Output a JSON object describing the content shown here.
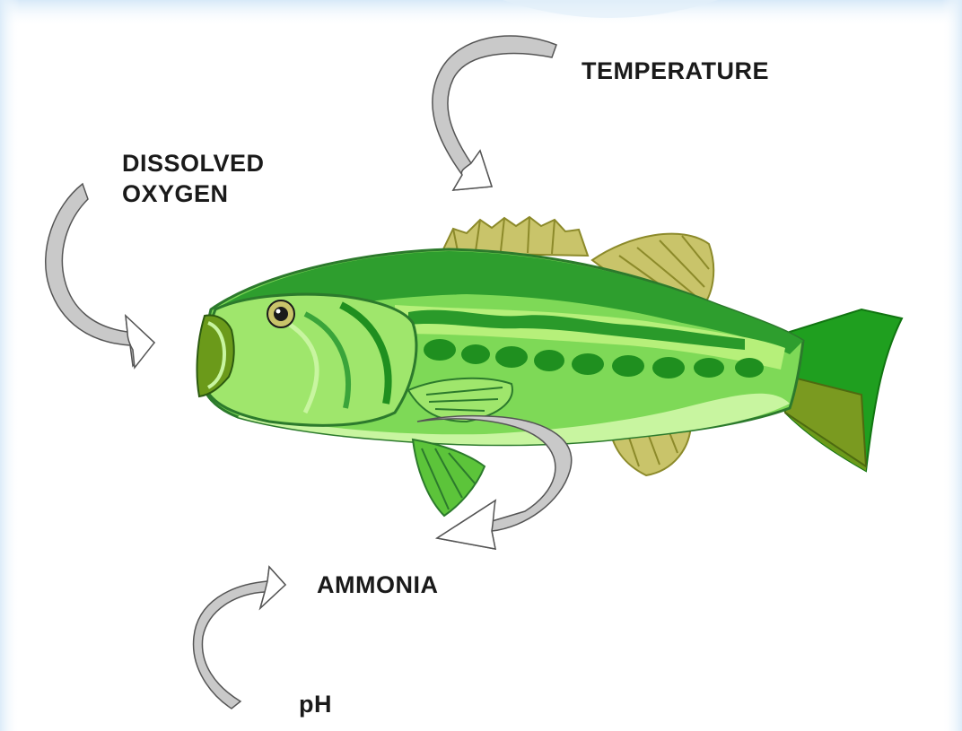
{
  "factors": {
    "temperature": "TEMPERATURE",
    "dissolved_oxygen": "DISSOLVED\nOXYGEN",
    "ammonia": "AMMONIA",
    "ph": "pH"
  },
  "icons": {
    "fish": "largemouth-bass-icon",
    "arrows": "curved-arrow-icon"
  },
  "colors": {
    "arrow_gray": "#c9c9c9",
    "body_green": "#7ed957",
    "dark_green": "#1f8f1f",
    "belly_green": "#c8f5a0",
    "fin_tan": "#c9c46a",
    "tail_olive": "#6b9a1a"
  }
}
